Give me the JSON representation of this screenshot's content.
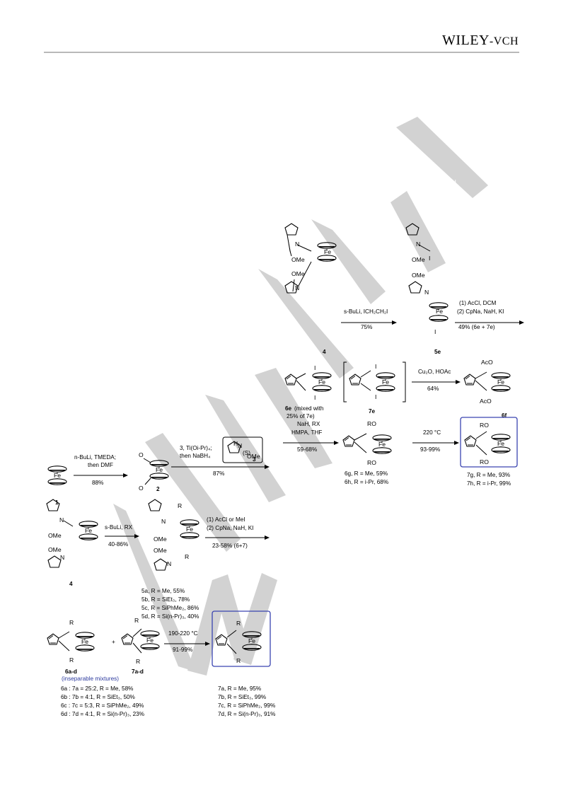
{
  "header": {
    "publisher_logo_a": "WILEY",
    "publisher_logo_b": "-VCH"
  },
  "watermark": "WILEY-VCH",
  "colors": {
    "highlight_box": "#3a44b0",
    "note_text": "#2c3a9e",
    "watermark": "#d2d2d2"
  },
  "atoms": {
    "fe": "Fe",
    "n": "N",
    "nh": "N",
    "h": "H",
    "iodo": "I",
    "r": "R",
    "ome": "OMe",
    "ro": "RO",
    "aco": "AcO",
    "o": "O"
  },
  "scheme_top": {
    "start": {
      "label": "4"
    },
    "step1": {
      "above": "s-BuLi, ICH₂CH₂I",
      "below": "75%"
    },
    "intermediate": {
      "label": "5e"
    },
    "step2": {
      "line1": "(1) AcCl, DCM",
      "line2": "(2) CpNa, NaH, KI",
      "yield": "49% (6e + 7e)"
    },
    "product_6e": {
      "label": "6e",
      "note": "(mixed with",
      "note2": "25% of 7e)"
    },
    "product_7e": {
      "label": "7e"
    },
    "step3": {
      "above": "Cu₂O, HOAc",
      "below": "64%"
    },
    "product_6f": {
      "label": "6f"
    },
    "step4": {
      "line1": "NaH, RX",
      "line2": "HMPA, THF",
      "yield": "59-68%"
    },
    "product_6gh": {
      "label_a": "6g, R = Me, 59%",
      "label_b": "6h, R = i-Pr, 68%"
    },
    "step5": {
      "above": "220 °C",
      "below": "93-99%"
    },
    "product_7gh": {
      "label_a": "7g, R = Me, 93%",
      "label_b": "7h, R = i-Pr, 99%"
    }
  },
  "scheme_middle": {
    "start": {
      "label": "1"
    },
    "step1": {
      "line1": "n-BuLi, TMEDA;",
      "line2": "then DMF",
      "yield": "88%"
    },
    "aldehyde": {
      "label": "2"
    },
    "step2": {
      "line1": "3, Ti(Oi-Pr)₄;",
      "line2": "then NaBH₄",
      "yield": "87%"
    },
    "reagent_3": {
      "label": "3",
      "stereo": "(S)"
    }
  },
  "scheme_lower": {
    "start": {
      "label": "4"
    },
    "step1": {
      "above": "s-BuLi, RX",
      "below": "40-86%"
    },
    "products_5": [
      "5a, R = Me, 55%",
      "5b, R = SiEt₃, 78%",
      "5c, R = SiPhMe₂, 86%",
      "5d, R = Si(n-Pr)₃, 40%"
    ],
    "step2": {
      "line1": "(1) AcCl or MeI",
      "line2": "(2) CpNa, NaH, KI",
      "yield": "23-58% (6+7)"
    }
  },
  "scheme_bottom": {
    "mixture": {
      "label_6": "6a-d",
      "label_7": "7a-d",
      "plus": "+",
      "note": "(inseparable mixtures)"
    },
    "step": {
      "above": "190-220 °C",
      "below": "91-99%"
    },
    "ratios": [
      "6a : 7a = 25:2, R = Me, 58%",
      "6b : 7b = 4:1, R = SiEt₃, 50%",
      "6c : 7c = 5:3, R = SiPhMe₂, 49%",
      "6d : 7d = 4:1, R = Si(n-Pr)₃, 23%"
    ],
    "products_7": [
      "7a, R = Me, 95%",
      "7b, R = SiEt₃, 99%",
      "7c, R = SiPhMe₂, 99%",
      "7d, R = Si(n-Pr)₃, 91%"
    ]
  }
}
